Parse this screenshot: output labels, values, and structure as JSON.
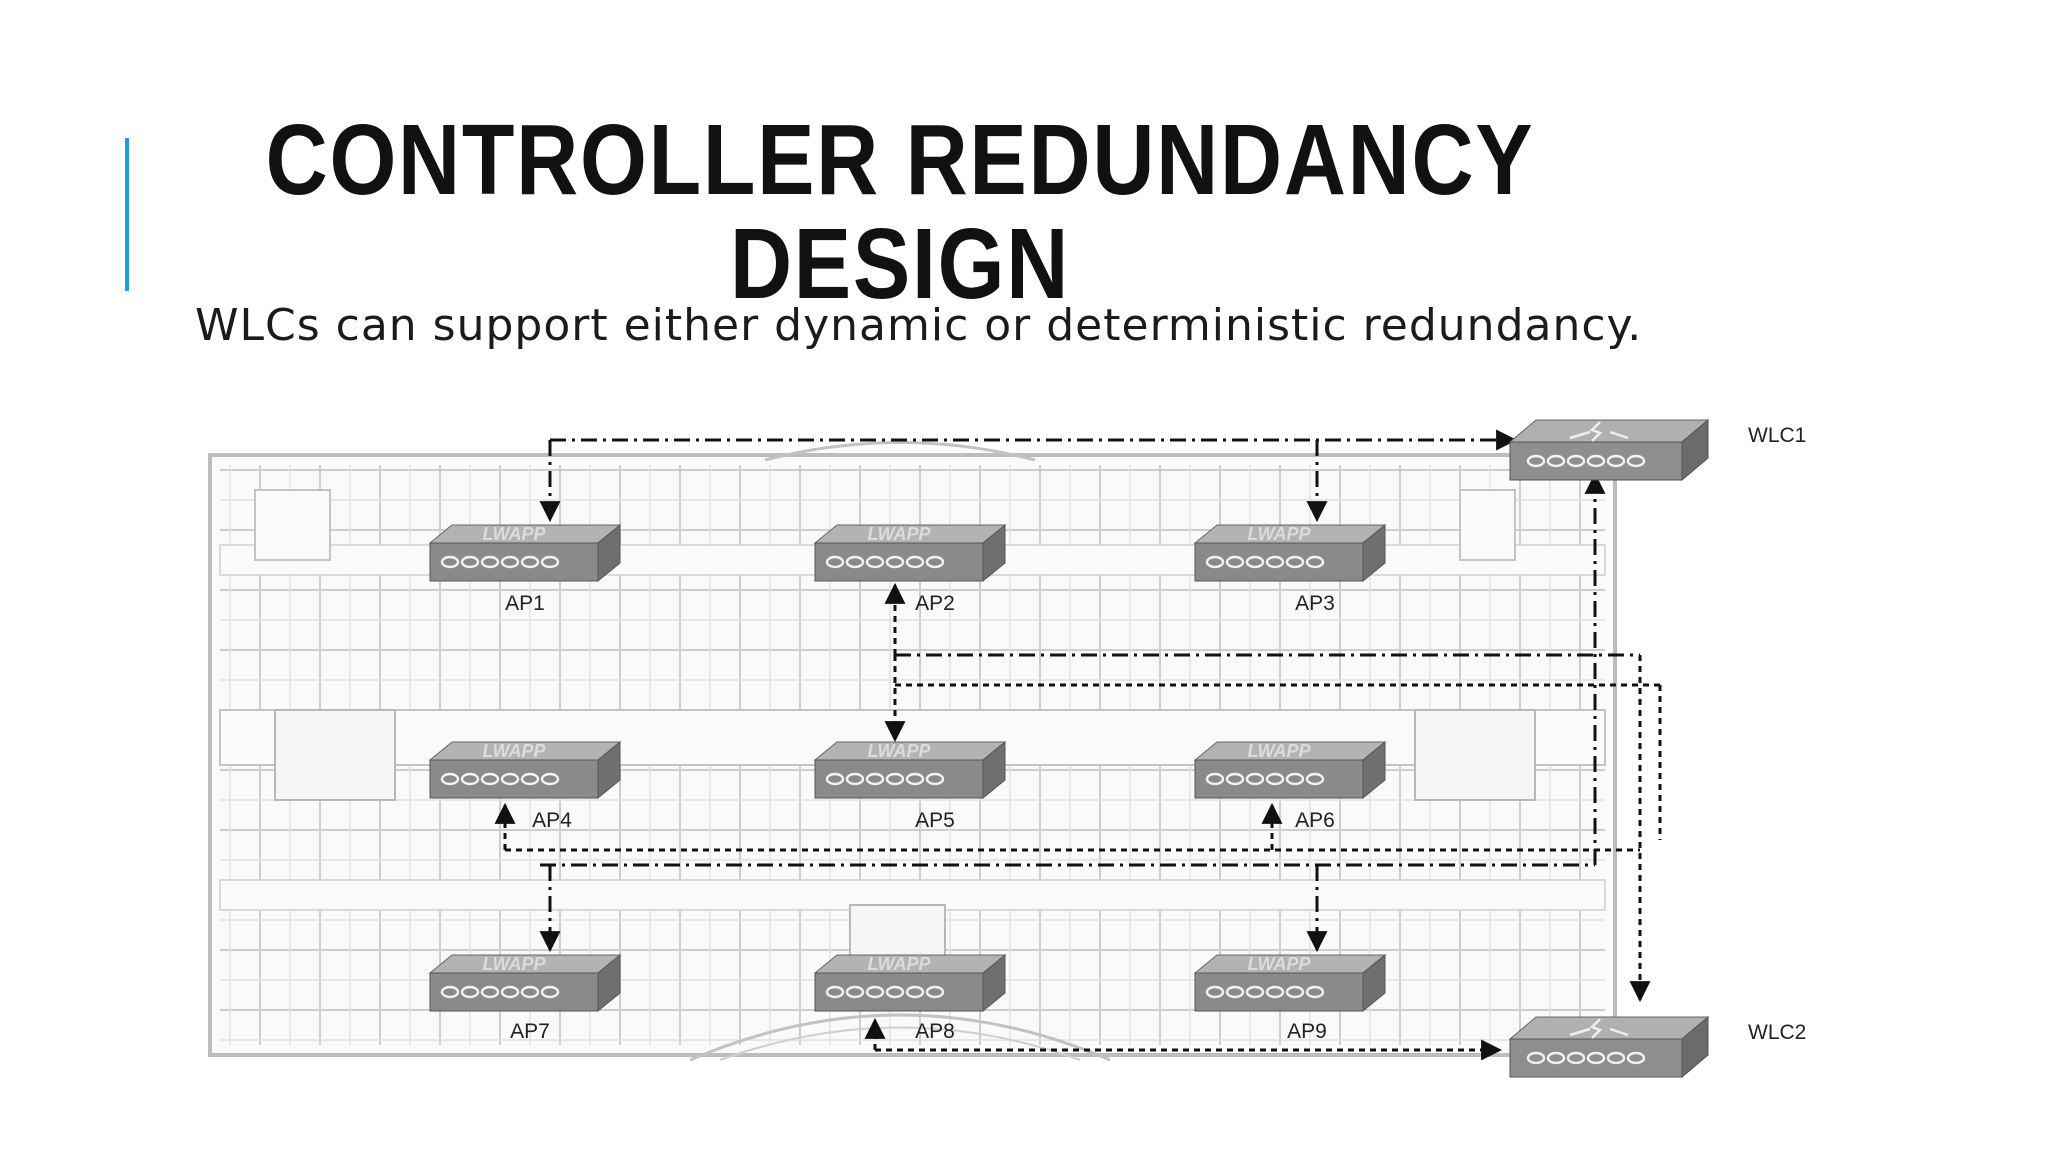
{
  "slide": {
    "title_line1": "CONTROLLER REDUNDANCY",
    "title_line2": "DESIGN",
    "subtitle": "WLCs can support either dynamic or deterministic redundancy.",
    "accent_color": "#1a9fd6"
  },
  "diagram": {
    "ap_badge": "LWAPP",
    "access_points": [
      {
        "id": "ap1",
        "label": "AP1"
      },
      {
        "id": "ap2",
        "label": "AP2"
      },
      {
        "id": "ap3",
        "label": "AP3"
      },
      {
        "id": "ap4",
        "label": "AP4"
      },
      {
        "id": "ap5",
        "label": "AP5"
      },
      {
        "id": "ap6",
        "label": "AP6"
      },
      {
        "id": "ap7",
        "label": "AP7"
      },
      {
        "id": "ap8",
        "label": "AP8"
      },
      {
        "id": "ap9",
        "label": "AP9"
      }
    ],
    "controllers": [
      {
        "id": "wlc1",
        "label": "WLC1"
      },
      {
        "id": "wlc2",
        "label": "WLC2"
      }
    ]
  }
}
